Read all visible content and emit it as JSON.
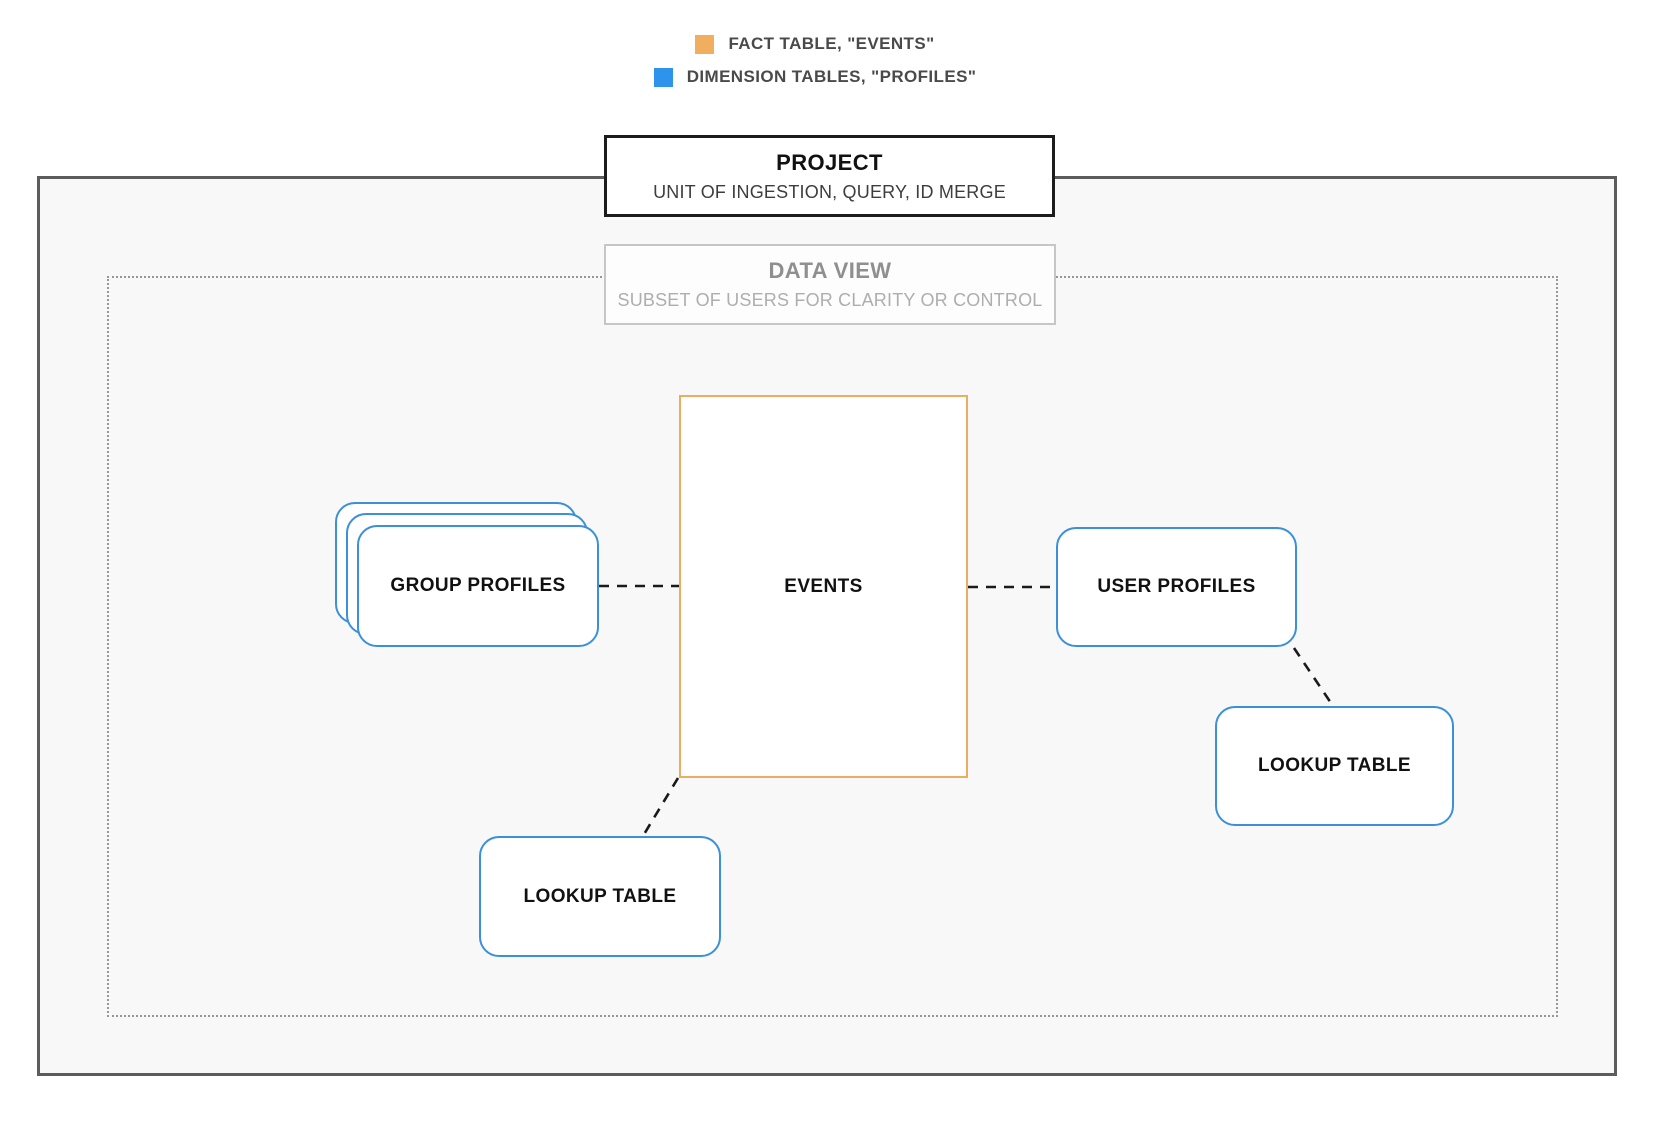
{
  "legend": {
    "items": [
      {
        "label": "FACT TABLE, \"EVENTS\"",
        "swatch_color": "#f2ae5f",
        "swatch_name": "fact-table-swatch"
      },
      {
        "label": "DIMENSION TABLES, \"PROFILES\"",
        "swatch_color": "#2e93ea",
        "swatch_name": "dimension-tables-swatch"
      }
    ]
  },
  "project": {
    "title": "PROJECT",
    "subtitle": "UNIT OF INGESTION, QUERY, ID MERGE"
  },
  "data_view": {
    "title": "DATA VIEW",
    "subtitle": "SUBSET OF USERS FOR CLARITY OR CONTROL"
  },
  "nodes": {
    "events": {
      "label": "EVENTS",
      "type": "fact"
    },
    "group_profiles": {
      "label": "GROUP PROFILES",
      "type": "dimension",
      "stacked": true
    },
    "user_profiles": {
      "label": "USER PROFILES",
      "type": "dimension"
    },
    "lookup_table_left": {
      "label": "LOOKUP TABLE",
      "type": "dimension"
    },
    "lookup_table_right": {
      "label": "LOOKUP TABLE",
      "type": "dimension"
    }
  },
  "colors": {
    "fact_border": "#eaad62",
    "dimension_border": "#3b90d9",
    "legend_fact": "#f2ae5f",
    "legend_dimension": "#2e93ea",
    "outer_border": "#5c5c5c",
    "dotted_border": "#979797",
    "connector": "#1a1a1a"
  }
}
